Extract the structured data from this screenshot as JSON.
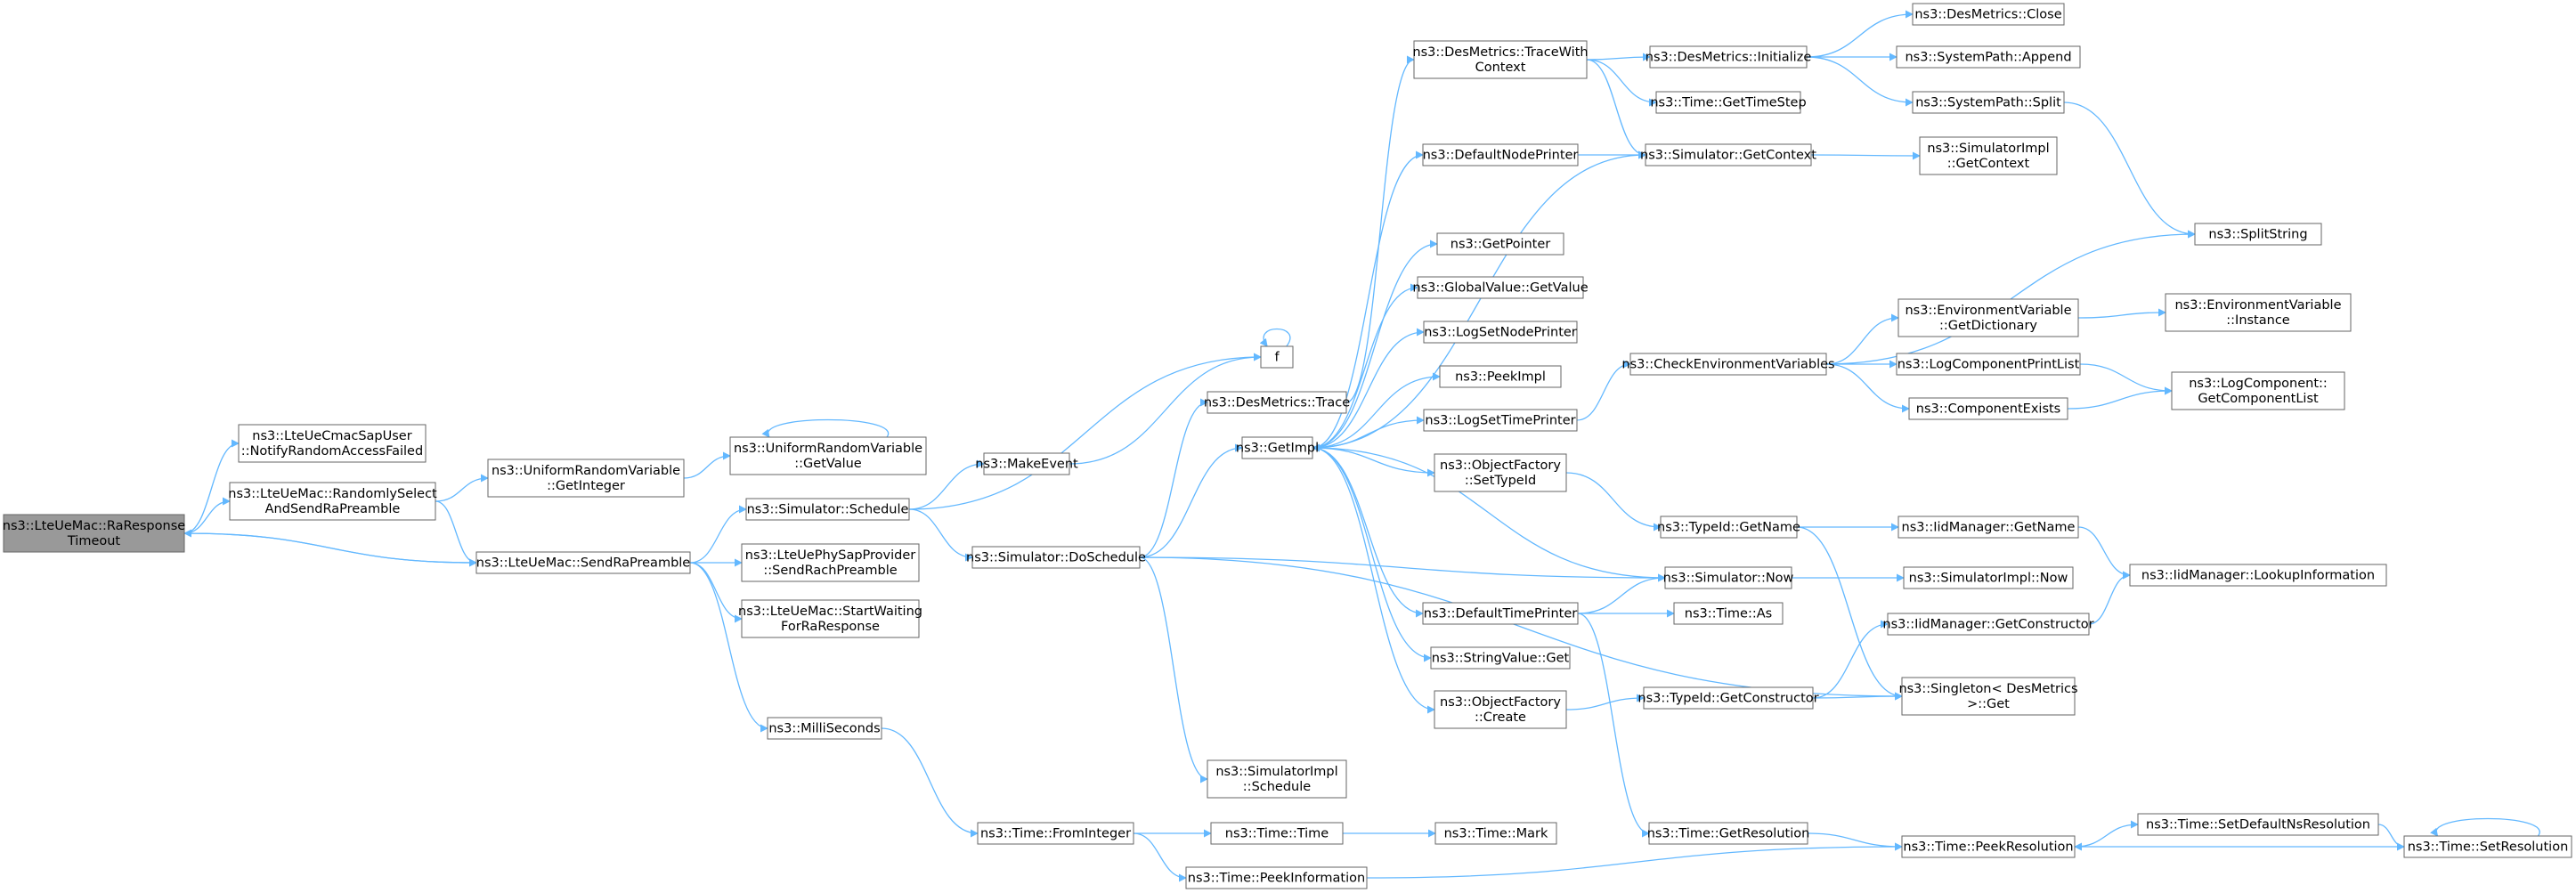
{
  "graph": {
    "edge_color": "#63b8ff",
    "node_border": "#666666",
    "node_fill": "#ffffff",
    "root_fill": "#999999",
    "nodes": [
      {
        "id": "root",
        "lines": [
          "ns3::LteUeMac::RaResponse",
          "Timeout"
        ],
        "root": true
      },
      {
        "id": "notify",
        "lines": [
          "ns3::LteUeCmacSapUser",
          "::NotifyRandomAccessFailed"
        ]
      },
      {
        "id": "randsel",
        "lines": [
          "ns3::LteUeMac::RandomlySelect",
          "AndSendRaPreamble"
        ]
      },
      {
        "id": "sendra",
        "lines": [
          "ns3::LteUeMac::SendRaPreamble"
        ]
      },
      {
        "id": "urvint",
        "lines": [
          "ns3::UniformRandomVariable",
          "::GetInteger"
        ]
      },
      {
        "id": "urvval",
        "lines": [
          "ns3::UniformRandomVariable",
          "::GetValue"
        ]
      },
      {
        "id": "schedule",
        "lines": [
          "ns3::Simulator::Schedule"
        ]
      },
      {
        "id": "rach",
        "lines": [
          "ns3::LteUePhySapProvider",
          "::SendRachPreamble"
        ]
      },
      {
        "id": "startw",
        "lines": [
          "ns3::LteUeMac::StartWaiting",
          "ForRaResponse"
        ]
      },
      {
        "id": "milli",
        "lines": [
          "ns3::MilliSeconds"
        ]
      },
      {
        "id": "fromint",
        "lines": [
          "ns3::Time::FromInteger"
        ]
      },
      {
        "id": "makeevent",
        "lines": [
          "ns3::MakeEvent"
        ]
      },
      {
        "id": "dosched",
        "lines": [
          "ns3::Simulator::DoSchedule"
        ]
      },
      {
        "id": "f",
        "lines": [
          "f"
        ]
      },
      {
        "id": "dmtrace",
        "lines": [
          "ns3::DesMetrics::Trace"
        ]
      },
      {
        "id": "getimpl",
        "lines": [
          "ns3::GetImpl"
        ]
      },
      {
        "id": "simimplsched",
        "lines": [
          "ns3::SimulatorImpl",
          "::Schedule"
        ]
      },
      {
        "id": "timetime",
        "lines": [
          "ns3::Time::Time"
        ]
      },
      {
        "id": "peekinfo",
        "lines": [
          "ns3::Time::PeekInformation"
        ]
      },
      {
        "id": "mark",
        "lines": [
          "ns3::Time::Mark"
        ]
      },
      {
        "id": "dmtracectx",
        "lines": [
          "ns3::DesMetrics::TraceWith",
          "Context"
        ]
      },
      {
        "id": "defnode",
        "lines": [
          "ns3::DefaultNodePrinter"
        ]
      },
      {
        "id": "getptr",
        "lines": [
          "ns3::GetPointer"
        ]
      },
      {
        "id": "gvget",
        "lines": [
          "ns3::GlobalValue::GetValue"
        ]
      },
      {
        "id": "lognode",
        "lines": [
          "ns3::LogSetNodePrinter"
        ]
      },
      {
        "id": "peekimpl",
        "lines": [
          "ns3::PeekImpl"
        ]
      },
      {
        "id": "logtime",
        "lines": [
          "ns3::LogSetTimePrinter"
        ]
      },
      {
        "id": "ofsettype",
        "lines": [
          "ns3::ObjectFactory",
          "::SetTypeId"
        ]
      },
      {
        "id": "deftime",
        "lines": [
          "ns3::DefaultTimePrinter"
        ]
      },
      {
        "id": "strget",
        "lines": [
          "ns3::StringValue::Get"
        ]
      },
      {
        "id": "ofcreate",
        "lines": [
          "ns3::ObjectFactory",
          "::Create"
        ]
      },
      {
        "id": "dminit",
        "lines": [
          "ns3::DesMetrics::Initialize"
        ]
      },
      {
        "id": "gettimestep",
        "lines": [
          "ns3::Time::GetTimeStep"
        ]
      },
      {
        "id": "simgetctx",
        "lines": [
          "ns3::Simulator::GetContext"
        ]
      },
      {
        "id": "checkenv",
        "lines": [
          "ns3::CheckEnvironmentVariables"
        ]
      },
      {
        "id": "tidgetname",
        "lines": [
          "ns3::TypeId::GetName"
        ]
      },
      {
        "id": "simnow",
        "lines": [
          "ns3::Simulator::Now"
        ]
      },
      {
        "id": "timeas",
        "lines": [
          "ns3::Time::As"
        ]
      },
      {
        "id": "tidgetctor",
        "lines": [
          "ns3::TypeId::GetConstructor"
        ]
      },
      {
        "id": "getres",
        "lines": [
          "ns3::Time::GetResolution"
        ]
      },
      {
        "id": "dmclose",
        "lines": [
          "ns3::DesMetrics::Close"
        ]
      },
      {
        "id": "spappend",
        "lines": [
          "ns3::SystemPath::Append"
        ]
      },
      {
        "id": "spsplit",
        "lines": [
          "ns3::SystemPath::Split"
        ]
      },
      {
        "id": "simimplctx",
        "lines": [
          "ns3::SimulatorImpl",
          "::GetContext"
        ]
      },
      {
        "id": "envdict",
        "lines": [
          "ns3::EnvironmentVariable",
          "::GetDictionary"
        ]
      },
      {
        "id": "lcprint",
        "lines": [
          "ns3::LogComponentPrintList"
        ]
      },
      {
        "id": "compexists",
        "lines": [
          "ns3::ComponentExists"
        ]
      },
      {
        "id": "iidgetname",
        "lines": [
          "ns3::IidManager::GetName"
        ]
      },
      {
        "id": "simimplnow",
        "lines": [
          "ns3::SimulatorImpl::Now"
        ]
      },
      {
        "id": "iidgetctor",
        "lines": [
          "ns3::IidManager::GetConstructor"
        ]
      },
      {
        "id": "singleton",
        "lines": [
          "ns3::Singleton< DesMetrics",
          " >::Get"
        ]
      },
      {
        "id": "peekres",
        "lines": [
          "ns3::Time::PeekResolution"
        ]
      },
      {
        "id": "splitstr",
        "lines": [
          "ns3::SplitString"
        ]
      },
      {
        "id": "envinst",
        "lines": [
          "ns3::EnvironmentVariable",
          "::Instance"
        ]
      },
      {
        "id": "lcgetlist",
        "lines": [
          "ns3::LogComponent::",
          "GetComponentList"
        ]
      },
      {
        "id": "iidlookup",
        "lines": [
          "ns3::IidManager::LookupInformation"
        ]
      },
      {
        "id": "setdefres",
        "lines": [
          "ns3::Time::SetDefaultNsResolution"
        ]
      },
      {
        "id": "setres",
        "lines": [
          "ns3::Time::SetResolution"
        ]
      }
    ],
    "edges": [
      [
        "root",
        "notify"
      ],
      [
        "root",
        "randsel"
      ],
      [
        "root",
        "sendra"
      ],
      [
        "randsel",
        "urvint"
      ],
      [
        "randsel",
        "sendra"
      ],
      [
        "sendra",
        "root"
      ],
      [
        "sendra",
        "schedule"
      ],
      [
        "sendra",
        "rach"
      ],
      [
        "sendra",
        "startw"
      ],
      [
        "sendra",
        "milli"
      ],
      [
        "urvint",
        "urvval"
      ],
      [
        "urvval",
        "urvval"
      ],
      [
        "schedule",
        "f"
      ],
      [
        "schedule",
        "makeevent"
      ],
      [
        "schedule",
        "dosched"
      ],
      [
        "milli",
        "fromint"
      ],
      [
        "makeevent",
        "f"
      ],
      [
        "f",
        "f"
      ],
      [
        "dosched",
        "dmtrace"
      ],
      [
        "dosched",
        "getimpl"
      ],
      [
        "dosched",
        "simnow"
      ],
      [
        "dosched",
        "singleton"
      ],
      [
        "dosched",
        "simimplsched"
      ],
      [
        "dmtrace",
        "dmtracectx"
      ],
      [
        "fromint",
        "timetime"
      ],
      [
        "fromint",
        "peekinfo"
      ],
      [
        "timetime",
        "mark"
      ],
      [
        "peekinfo",
        "peekres"
      ],
      [
        "dmtracectx",
        "dminit"
      ],
      [
        "dmtracectx",
        "gettimestep"
      ],
      [
        "dmtracectx",
        "simgetctx"
      ],
      [
        "dminit",
        "dmclose"
      ],
      [
        "dminit",
        "spappend"
      ],
      [
        "dminit",
        "spsplit"
      ],
      [
        "spsplit",
        "splitstr"
      ],
      [
        "getimpl",
        "defnode"
      ],
      [
        "getimpl",
        "simgetctx"
      ],
      [
        "getimpl",
        "getptr"
      ],
      [
        "getimpl",
        "gvget"
      ],
      [
        "getimpl",
        "lognode"
      ],
      [
        "getimpl",
        "peekimpl"
      ],
      [
        "getimpl",
        "logtime"
      ],
      [
        "getimpl",
        "ofsettype"
      ],
      [
        "getimpl",
        "deftime"
      ],
      [
        "getimpl",
        "strget"
      ],
      [
        "getimpl",
        "ofcreate"
      ],
      [
        "defnode",
        "simgetctx"
      ],
      [
        "simgetctx",
        "simimplctx"
      ],
      [
        "logtime",
        "checkenv"
      ],
      [
        "checkenv",
        "splitstr"
      ],
      [
        "checkenv",
        "envdict"
      ],
      [
        "checkenv",
        "lcprint"
      ],
      [
        "checkenv",
        "compexists"
      ],
      [
        "envdict",
        "envinst"
      ],
      [
        "lcprint",
        "lcgetlist"
      ],
      [
        "compexists",
        "lcgetlist"
      ],
      [
        "ofsettype",
        "tidgetname"
      ],
      [
        "tidgetname",
        "iidgetname"
      ],
      [
        "tidgetname",
        "singleton"
      ],
      [
        "iidgetname",
        "iidlookup"
      ],
      [
        "deftime",
        "simnow"
      ],
      [
        "deftime",
        "timeas"
      ],
      [
        "deftime",
        "getres"
      ],
      [
        "simnow",
        "getimpl"
      ],
      [
        "simnow",
        "simimplnow"
      ],
      [
        "ofcreate",
        "tidgetctor"
      ],
      [
        "tidgetctor",
        "iidgetctor"
      ],
      [
        "tidgetctor",
        "singleton"
      ],
      [
        "iidgetctor",
        "iidlookup"
      ],
      [
        "getres",
        "peekres"
      ],
      [
        "peekres",
        "setdefres"
      ],
      [
        "setdefres",
        "setres"
      ],
      [
        "setres",
        "peekres"
      ],
      [
        "setres",
        "setres"
      ]
    ]
  }
}
